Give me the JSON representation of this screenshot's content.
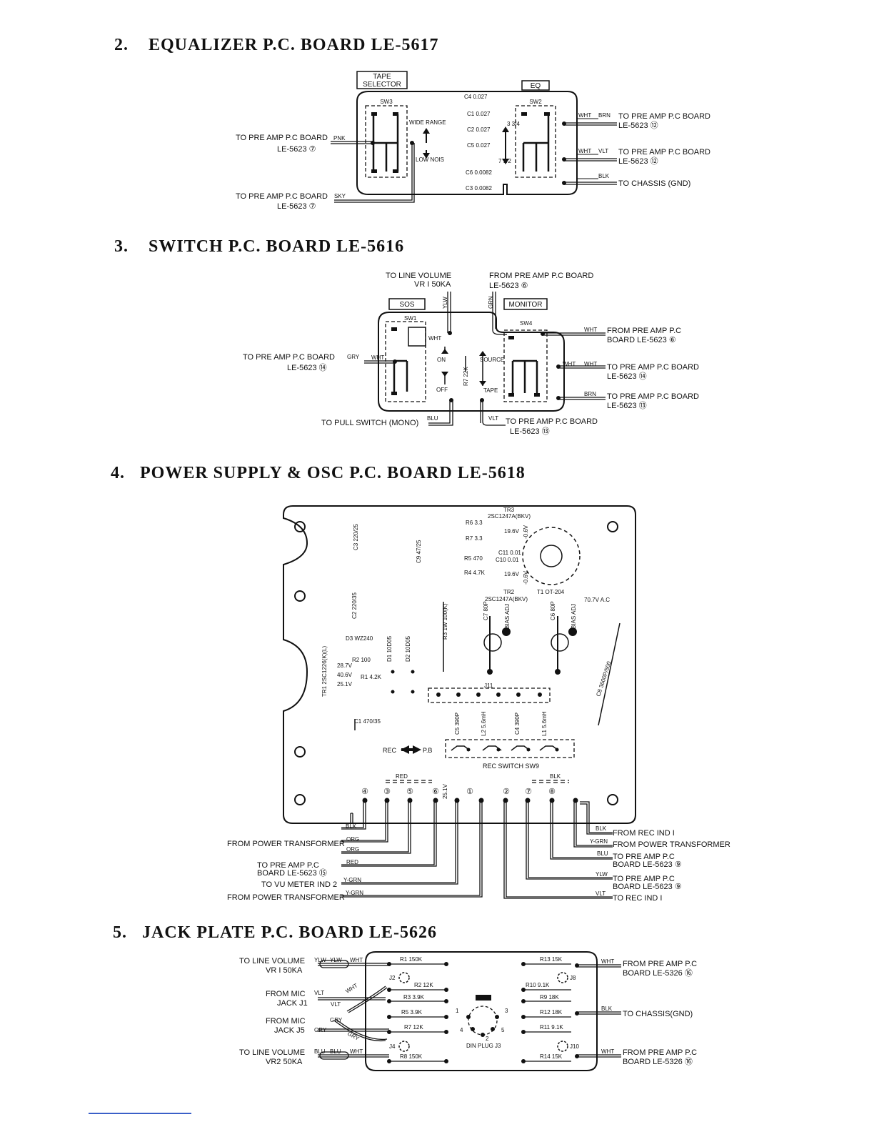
{
  "sections": [
    {
      "number": "2.",
      "title": "EQUALIZER P.C. BOARD LE-5617"
    },
    {
      "number": "3.",
      "title": "SWITCH P.C. BOARD LE-5616"
    },
    {
      "number": "4.",
      "title": "POWER SUPPLY & OSC P.C. BOARD LE-5618"
    },
    {
      "number": "5.",
      "title": "JACK PLATE P.C. BOARD LE-5626"
    }
  ],
  "eq_board": {
    "tape_selector": [
      "TAPE",
      "SELECTOR"
    ],
    "eq": "EQ",
    "sw3": "SW3",
    "sw2": "SW2",
    "wide_range": "WIDE RANGE",
    "low_nois": "LOW NOIS",
    "speed_hi": "3 3/4",
    "speed_lo": "7 1/2",
    "caps": [
      "C4 0.027",
      "C1 0.027",
      "C2 0.027",
      "C5 0.027",
      "C6 0.0082",
      "C3 0.0082"
    ],
    "left_pnk": {
      "text": "TO PRE AMP P.C BOARD",
      "sub": "LE-5623 ⑦",
      "wire": "PNK"
    },
    "left_sky": {
      "text": "TO PRE AMP P.C BOARD",
      "sub": "LE-5623 ⑦",
      "wire": "SKY"
    },
    "right": [
      {
        "wire1": "WHT",
        "wire2": "BRN",
        "text": "TO PRE AMP P.C BOARD",
        "sub": "LE-5623 ⑫"
      },
      {
        "wire1": "WHT",
        "wire2": "VLT",
        "text": "TO PRE AMP P.C BOARD",
        "sub": "LE-5623 ⑫"
      },
      {
        "wire1": "BLK",
        "text": "TO CHASSIS (GND)"
      }
    ]
  },
  "switch_board": {
    "top_left": {
      "text": "TO LINE VOLUME",
      "sub": "VR I 50KA",
      "wire": "YLW"
    },
    "top_right": {
      "text": "FROM PRE AMP P.C BOARD",
      "sub": "LE-5623 ⑥",
      "wire": "GRN"
    },
    "sos": "SOS",
    "monitor": "MONITOR",
    "sw1": "SW1",
    "sw4": "SW4",
    "wht": "WHT",
    "on": "ON",
    "off": "OFF",
    "r7": "R7 22K",
    "source": "SOURCE",
    "tape": "TAPE",
    "left": {
      "text": "TO PRE AMP P.C BOARD",
      "sub": "LE-5623 ⑭",
      "wire1": "GRY",
      "wire2": "WHT"
    },
    "bottom_left": {
      "text": "TO PULL SWITCH (MONO)",
      "wire": "BLU"
    },
    "bottom_right": {
      "text": "TO PRE AMP P.C BOARD",
      "sub": "LE-5623 ⑬",
      "wire": "VLT"
    },
    "right": [
      {
        "wire": "WHT",
        "text": "FROM PRE AMP P.C",
        "sub": "BOARD LE-5623 ⑥"
      },
      {
        "wire": "WHT",
        "wire2": "WHT",
        "text": "TO PRE AMP P.C BOARD",
        "sub": "LE-5623 ⑭"
      },
      {
        "wire": "BRN",
        "text": "TO PRE AMP P.C BOARD",
        "sub": "LE-5623 ⑬"
      }
    ]
  },
  "power_board": {
    "components": [
      "C3 220/25",
      "C9 47/25",
      "C2 220/35",
      "D3 WZ240",
      "D1 10D05",
      "D2 10D05",
      "R3 1W 100(K)",
      "C7 80P",
      "C6 80P",
      "BIAS ADJ",
      "BIAS ADJ",
      "R2 100",
      "R1 4.2K",
      "TR1 2SC1226(K)(L)",
      "C1 470/35",
      "C5 390P",
      "L2 5.6mH",
      "C4 390P",
      "L1 5.6mH",
      "C8 3600P/500",
      "J11",
      "R6 3.3",
      "R7 3.3",
      "R5 470",
      "R4 4.7K",
      "C11 0.01",
      "C10 0.01",
      "TR3",
      "2SC1247A(BKV)",
      "TR2",
      "2SC1247A(BKV)",
      "T1 OT-204",
      "70.7V A.C",
      "19.6V",
      "19.6V",
      "-0.6V",
      "-0.6V"
    ],
    "voltages": [
      "28.7V",
      "40.6V",
      "25.1V",
      "25.1V"
    ],
    "rec": "REC",
    "pb": "P.B",
    "rec_switch": "REC SWITCH SW9",
    "red": "RED",
    "blk": "BLK",
    "terminals": [
      "④",
      "③",
      "⑤",
      "⑥",
      "①",
      "②",
      "⑦",
      "⑧"
    ],
    "left": [
      {
        "wire": "BLK"
      },
      {
        "text": "FROM POWER TRANSFORMER",
        "wire": "ORG"
      },
      {
        "wire": "ORG"
      },
      {
        "text": "TO PRE AMP P.C",
        "sub": "BOARD LE-5623 ⑮",
        "wire": "RED"
      },
      {
        "text": "TO VU METER IND 2",
        "wire": "Y-GRN"
      },
      {
        "text": "FROM POWER TRANSFORMER",
        "wire": "Y-GRN"
      }
    ],
    "right": [
      {
        "text": "FROM REC IND I",
        "wire": "BLK"
      },
      {
        "text": "FROM POWER TRANSFORMER",
        "wire": "Y-GRN"
      },
      {
        "text": "TO PRE AMP P.C",
        "sub": "BOARD LE-5623 ⑨",
        "wire": "BLU"
      },
      {
        "text": "TO PRE AMP P.C",
        "sub": "BOARD LE-5623 ⑨",
        "wire": "YLW"
      },
      {
        "text": "TO REC IND I",
        "wire": "VLT"
      }
    ]
  },
  "jack_board": {
    "left": [
      {
        "text": "TO LINE VOLUME",
        "sub": "VR I 50KA",
        "wires": [
          "YLW",
          "YLW",
          "WHT"
        ]
      },
      {
        "text": "FROM MIC",
        "sub": "JACK J1",
        "wires": [
          "VLT",
          "VLT",
          "WHT"
        ]
      },
      {
        "text": "FROM MIC",
        "sub": "JACK J5",
        "wires": [
          "GRY",
          "GRY",
          "GRY"
        ]
      },
      {
        "text": "TO LINE VOLUME",
        "sub": "VR2 50KA",
        "wires": [
          "BLU",
          "BLU",
          "WHT"
        ]
      }
    ],
    "right": [
      {
        "text": "FROM PRE AMP P.C",
        "sub": "BOARD LE-5326 ⑯",
        "wire": "WHT"
      },
      {
        "text": "TO CHASSIS(GND)",
        "wire": "BLK"
      },
      {
        "text": "FROM PRE AMP P.C",
        "sub": "BOARD LE-5326 ⑯",
        "wire": "WHT"
      }
    ],
    "resistors_left": [
      "R1 150K",
      "R2 12K",
      "R3 3.9K",
      "R5 3.9K",
      "R7 12K",
      "R8 150K"
    ],
    "resistors_right": [
      "R13 15K",
      "R10 9.1K",
      "R9 18K",
      "R12 18K",
      "R11 9.1K",
      "R14 15K"
    ],
    "jacks": [
      "J2",
      "J4",
      "J8",
      "J10"
    ],
    "din_plug": "DIN PLUG J3",
    "din_pins": [
      "1",
      "2",
      "3",
      "4",
      "5"
    ]
  }
}
